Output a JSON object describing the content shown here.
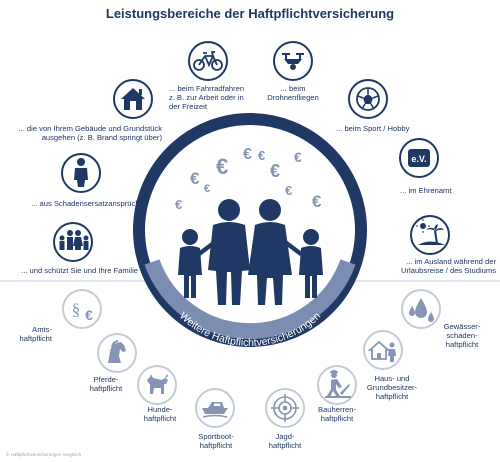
{
  "title": "Leistungsbereiche der Haftpflichtversicherung",
  "colors": {
    "navy": "#1f3864",
    "grey_blue": "#8595b3",
    "light_grey": "#c4cad8",
    "white": "#ffffff"
  },
  "top_items": [
    {
      "icon": "bicycle-icon",
      "label": "... beim Fahrradfahren z. B. zur Arbeit oder in der Freizeit"
    },
    {
      "icon": "drone-icon",
      "label": "... beim Drohnenfliegen"
    },
    {
      "icon": "house-icon",
      "label": "... die von Ihrem Gebäude und Grundstück ausgehen (z. B. Brand springt über)"
    },
    {
      "icon": "soccer-ball-icon",
      "label": "... beim Sport / Hobby"
    },
    {
      "icon": "person-icon",
      "label": "... aus Schadensersatzansprüchen"
    },
    {
      "icon": "ev-badge-icon",
      "badge": "e.V.",
      "label": "... im Ehrenamt"
    },
    {
      "icon": "family-icon",
      "label": "... und schützt Sie und Ihre Familie"
    },
    {
      "icon": "beach-icon",
      "label": "... im Ausland während der Urlaubsreise / des Studiums"
    }
  ],
  "center": {
    "arc_label": "Weitere Haftpflichtversicherungen",
    "euro_symbol": "€"
  },
  "bottom_items": [
    {
      "icon": "paragraph-euro-icon",
      "label": "Amts-haftpflicht"
    },
    {
      "icon": "horse-icon",
      "label": "Pferde-haftpflicht"
    },
    {
      "icon": "dog-icon",
      "label": "Hunde-haftpflicht"
    },
    {
      "icon": "boat-icon",
      "label": "Sportboot-haftpflicht"
    },
    {
      "icon": "crosshair-icon",
      "label": "Jagd-haftpflicht"
    },
    {
      "icon": "construction-worker-icon",
      "label": "Bauherren-haftpflicht"
    },
    {
      "icon": "house-person-icon",
      "label": "Haus- und Grundbesitzer-haftpflicht"
    },
    {
      "icon": "water-drops-icon",
      "label": "Gewässer-schaden-haftpflicht"
    }
  ],
  "footer": "© Haftpflichtversicherungen Vergleich"
}
